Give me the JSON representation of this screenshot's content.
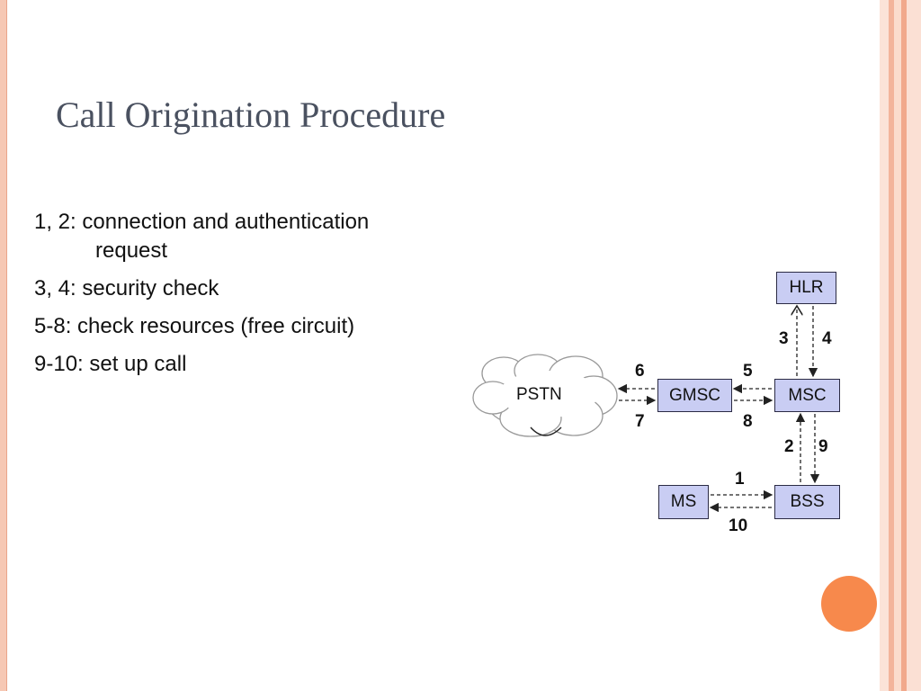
{
  "title": "Call Origination Procedure",
  "bullets": [
    {
      "line1": "1, 2: connection and authentication",
      "line2": "request"
    },
    {
      "line1": "3, 4: security check"
    },
    {
      "line1": "5-8: check resources (free circuit)"
    },
    {
      "line1": "9-10: set up call"
    }
  ],
  "diagram": {
    "nodes": {
      "pstn": "PSTN",
      "gmsc": "GMSC",
      "msc": "MSC",
      "hlr": "HLR",
      "bss": "BSS",
      "ms": "MS"
    },
    "steps": {
      "s1": "1",
      "s2": "2",
      "s3": "3",
      "s4": "4",
      "s5": "5",
      "s6": "6",
      "s7": "7",
      "s8": "8",
      "s9": "9",
      "s10": "10"
    },
    "node_fill": "#c9cdf3",
    "line_color": "#222222"
  },
  "theme": {
    "accent_orb": "#f7894c",
    "edge_peach": "#f6c8b4",
    "title_color": "#4a5160"
  }
}
